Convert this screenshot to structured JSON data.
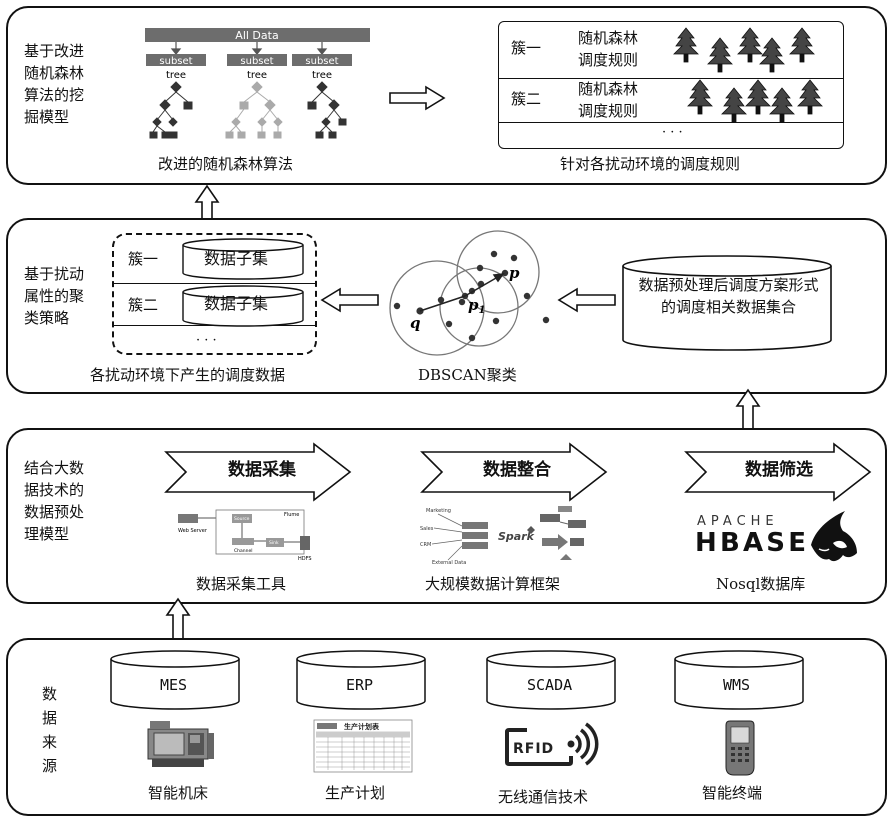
{
  "panel1": {
    "side_label": "基于改进随机森林算法的挖掘模型",
    "tree_fig": {
      "all_data": "All Data",
      "subsets": [
        "subset",
        "subset",
        "subset"
      ],
      "trees": [
        "tree",
        "tree",
        "tree"
      ]
    },
    "left_caption": "改进的随机森林算法",
    "rules": [
      {
        "cluster": "簇一",
        "rule": "随机森林调度规则"
      },
      {
        "cluster": "簇二",
        "rule": "随机森林调度规则"
      }
    ],
    "rules_ellipsis": "· · ·",
    "right_caption": "针对各扰动环境的调度规则"
  },
  "panel2": {
    "side_label": "基于扰动属性的聚类策略",
    "clusters": [
      {
        "cluster": "簇一",
        "subset": "数据子集"
      },
      {
        "cluster": "簇二",
        "subset": "数据子集"
      }
    ],
    "ellipsis": "· · ·",
    "left_caption": "各扰动环境下产生的调度数据",
    "dbscan_labels": {
      "p": "p",
      "p1": "p",
      "p1_sub": "1",
      "q": "q"
    },
    "dbscan_caption": "DBSCAN聚类",
    "db_text": "数据预处理后调度方案形式的调度相关数据集合"
  },
  "panel3": {
    "side_label": "结合大数据技术的数据预处理模型",
    "steps": [
      {
        "label": "数据采集",
        "caption": "数据采集工具"
      },
      {
        "label": "数据整合",
        "caption": "大规模数据计算框架"
      },
      {
        "label": "数据筛选",
        "caption": "Nosql数据库"
      }
    ],
    "flume_labels": {
      "web": "Web Server",
      "source": "Source",
      "channel": "Channel",
      "sink": "Sink",
      "flume": "Flume",
      "hdfs": "HDFS"
    },
    "spark_labels": {
      "marketing": "Marketing",
      "sales": "Sales",
      "crm": "CRM",
      "external": "External Data",
      "spark": "Spark"
    },
    "hbase": {
      "apache": "APACHE",
      "hbase": "HBASE"
    }
  },
  "panel4": {
    "side_label": "数据来源",
    "sources": [
      {
        "db": "MES",
        "caption": "智能机床"
      },
      {
        "db": "ERP",
        "caption": "生产计划"
      },
      {
        "db": "SCADA",
        "caption": "无线通信技术"
      },
      {
        "db": "WMS",
        "caption": "智能终端"
      }
    ],
    "plan_title": "生产计划表",
    "rfid": "RFID"
  }
}
